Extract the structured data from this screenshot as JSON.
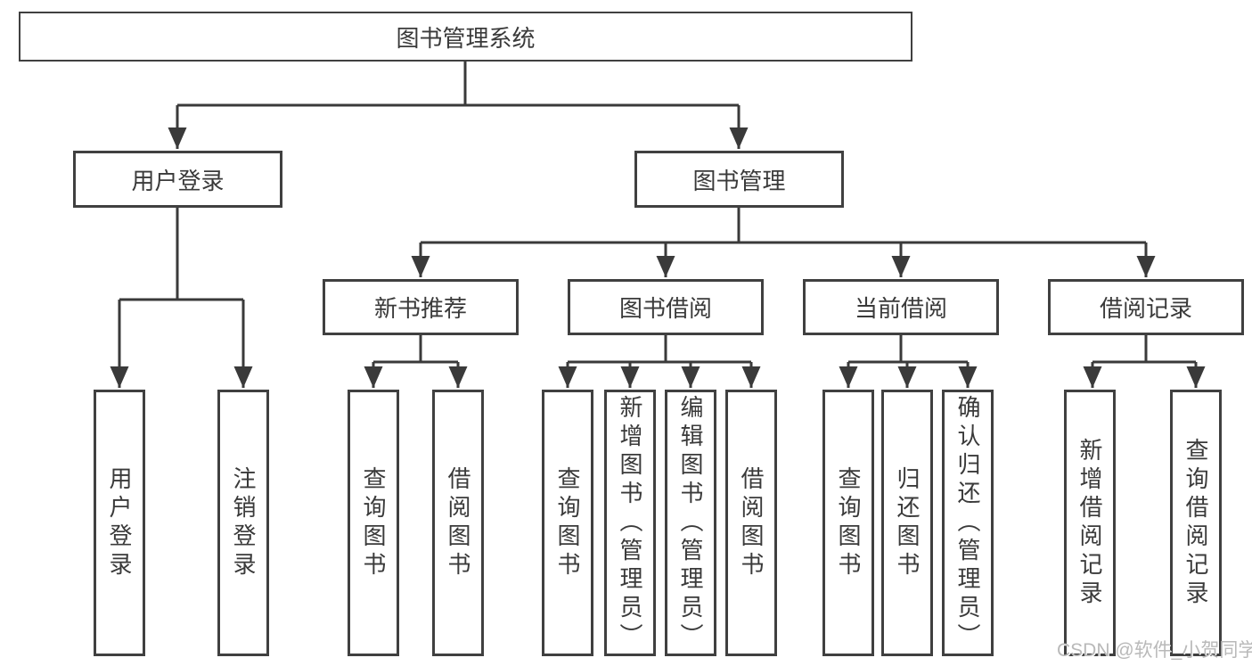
{
  "diagram": {
    "title": "图书管理系统",
    "level2": {
      "user_login": "用户登录",
      "book_management": "图书管理"
    },
    "level3": {
      "new_book_recommend": "新书推荐",
      "book_borrow": "图书借阅",
      "current_borrow": "当前借阅",
      "borrow_records": "借阅记录"
    },
    "leaves": {
      "user_login": "用户登录",
      "logout": "注销登录",
      "nb_query_books": "查询图书",
      "nb_borrow_books": "借阅图书",
      "bb_query_books": "查询图书",
      "bb_add_books": "新增图书（管理员）",
      "bb_edit_books": "编辑图书（管理员）",
      "bb_borrow_books": "借阅图书",
      "cb_query_books": "查询图书",
      "cb_return_books": "归还图书",
      "cb_confirm_return": "确认归还（管理员）",
      "br_add_record": "新增借阅记录",
      "br_query_record": "查询借阅记录"
    },
    "watermark": "CSDN @软件_小贺同学",
    "colors": {
      "line": "#3a3a3a",
      "box_border": "#404040",
      "text": "#3a3a3a",
      "background": "#ffffff",
      "watermark": "#b9b9b9"
    }
  }
}
